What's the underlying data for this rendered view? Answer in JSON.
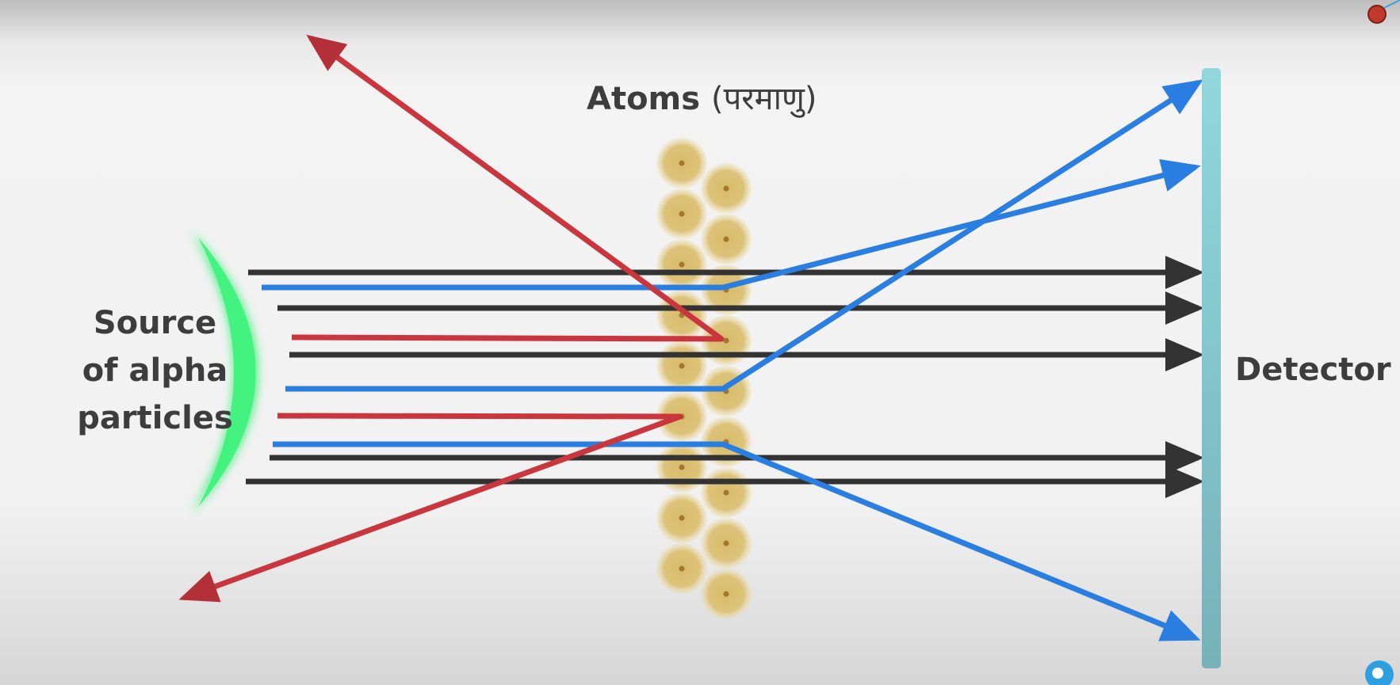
{
  "labels": {
    "title_main": "Atoms",
    "title_hindi": "(परमाणु)",
    "source_line1": "Source",
    "source_line2": "of alpha",
    "source_line3": "particles",
    "detector": "Detector"
  },
  "colors": {
    "straight_ray": "#333333",
    "deflected_ray": "#2a7de1",
    "reflected_ray": "#c9363e",
    "source_glow": "#3cf07a",
    "detector_bar": "#8fd2da",
    "atom": "#dcc273",
    "atom_nucleus": "#a5772e"
  },
  "icons": {
    "top_right": "red-dot-logo-icon",
    "bottom_right": "blue-badge-icon"
  }
}
